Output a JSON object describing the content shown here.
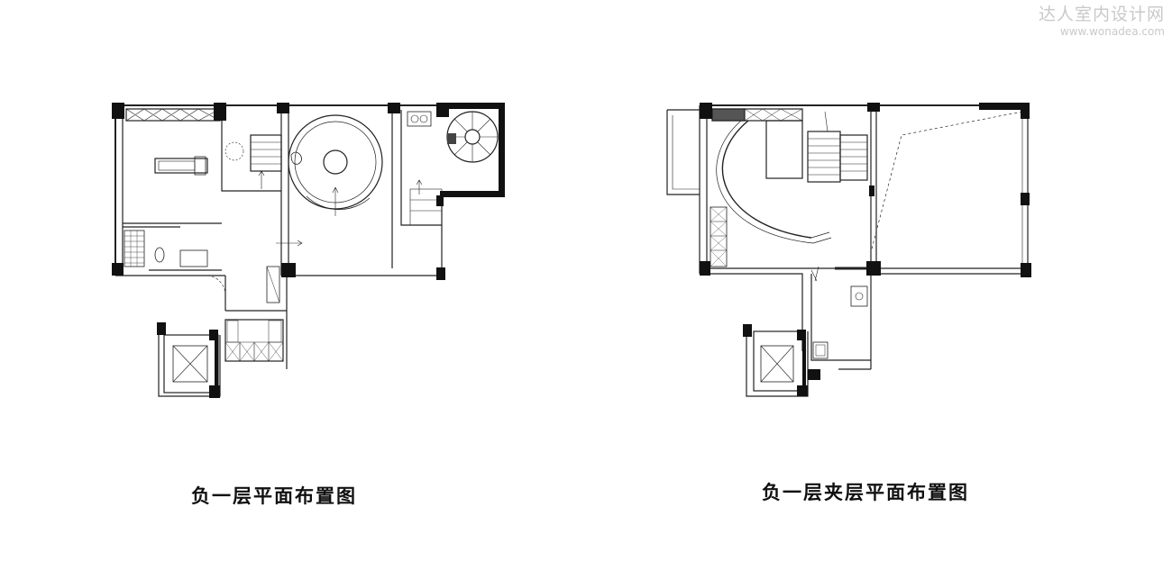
{
  "watermark": {
    "title": "达人室内设计网",
    "url": "www.wonadea.com"
  },
  "plans": [
    {
      "caption": "负一层平面布置图"
    },
    {
      "caption": "负一层夹层平面布置图"
    }
  ]
}
